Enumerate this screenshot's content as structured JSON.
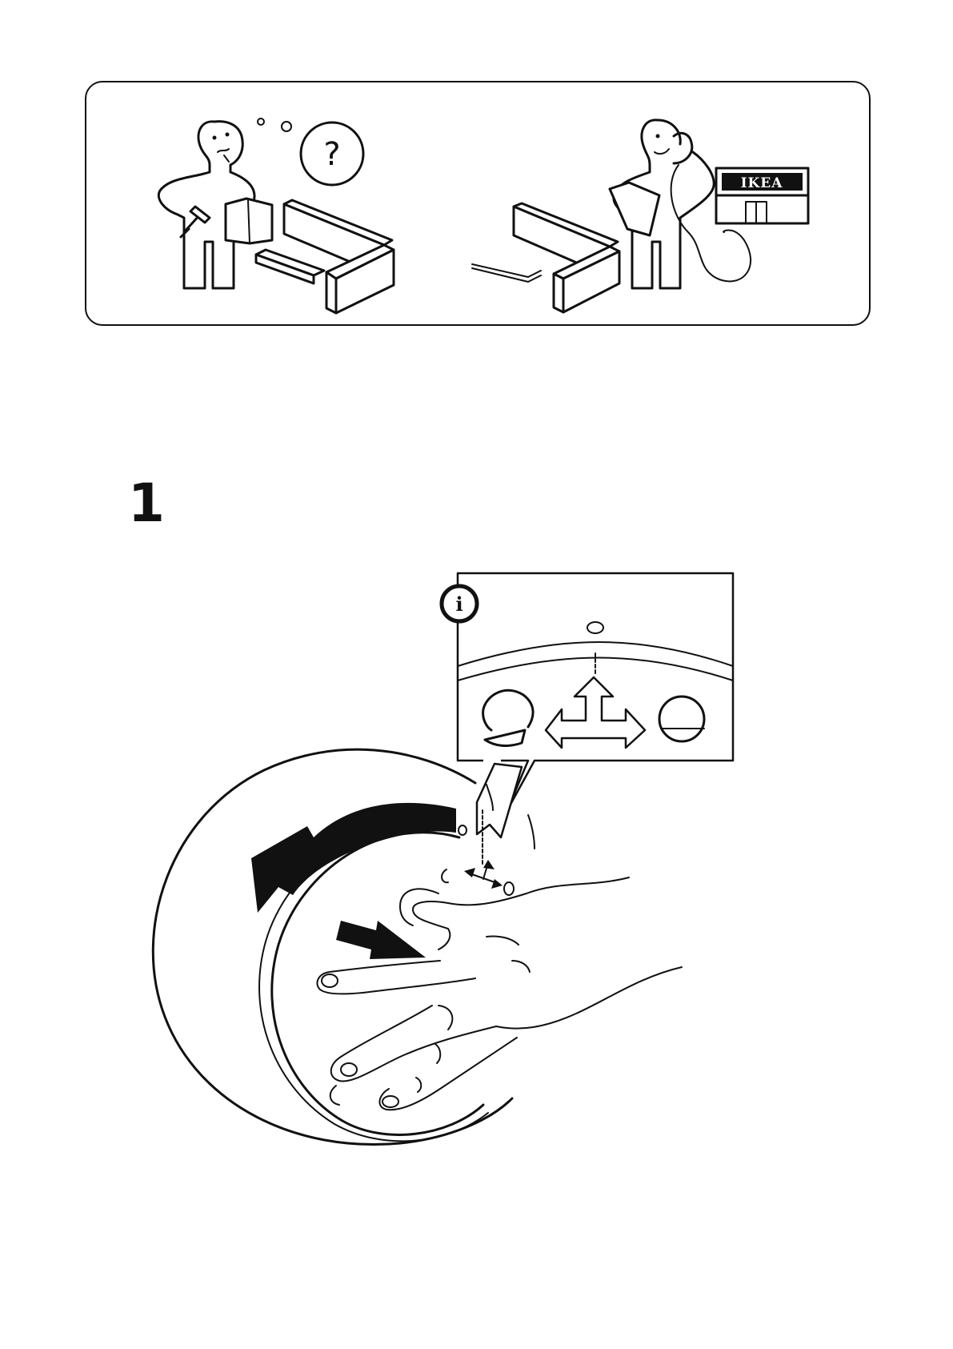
{
  "help_panel": {
    "question_mark": "?",
    "store_sign": "IKEA"
  },
  "step": {
    "number": "1",
    "info_badge": "i"
  },
  "icons": {
    "confused-person": "person-reading-with-hammer",
    "phone-person": "person-calling-store",
    "rotate-arrow": "counterclockwise-arrow",
    "pull-arrow": "pull-out-arrow",
    "alignment-arrow": "three-way-arrow"
  }
}
